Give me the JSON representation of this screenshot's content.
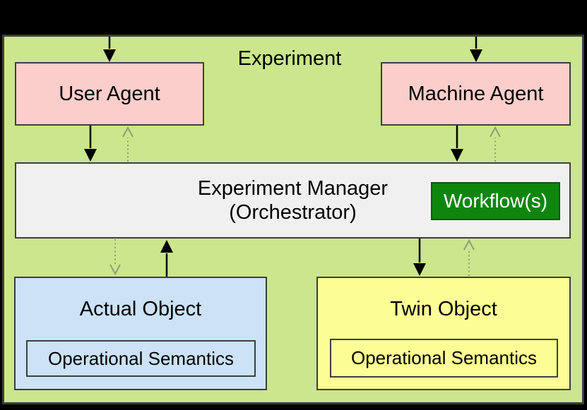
{
  "colors": {
    "page_background": "#000000",
    "frame_fill": "#cbe68c",
    "frame_border": "#3e3e3e",
    "agent_fill": "#fbcecb",
    "manager_fill": "#f0f0f0",
    "workflow_fill": "#0e860e",
    "workflow_text": "#ffffff",
    "actual_object_fill": "#cbe2f7",
    "twin_object_fill": "#fdfd96",
    "solid_arrow": "#000000",
    "dotted_arrow": "#8f9e74"
  },
  "diagram": {
    "title": "Experiment",
    "nodes": {
      "user_agent": {
        "label": "User Agent"
      },
      "machine_agent": {
        "label": "Machine Agent"
      },
      "manager": {
        "label_line1": "Experiment Manager",
        "label_line2": "(Orchestrator)"
      },
      "workflow": {
        "label": "Workflow(s)"
      },
      "actual_object": {
        "label": "Actual Object",
        "sublabel": "Operational Semantics"
      },
      "twin_object": {
        "label": "Twin Object",
        "sublabel": "Operational Semantics"
      }
    },
    "edges": [
      {
        "from": "outside-top",
        "to": "user_agent",
        "style": "solid"
      },
      {
        "from": "outside-top",
        "to": "machine_agent",
        "style": "solid"
      },
      {
        "from": "user_agent",
        "to": "manager",
        "style": "solid"
      },
      {
        "from": "manager",
        "to": "user_agent",
        "style": "dotted"
      },
      {
        "from": "machine_agent",
        "to": "manager",
        "style": "solid"
      },
      {
        "from": "manager",
        "to": "machine_agent",
        "style": "dotted"
      },
      {
        "from": "actual_object",
        "to": "manager",
        "style": "solid"
      },
      {
        "from": "manager",
        "to": "actual_object",
        "style": "dotted"
      },
      {
        "from": "manager",
        "to": "twin_object",
        "style": "solid"
      },
      {
        "from": "twin_object",
        "to": "manager",
        "style": "dotted"
      }
    ]
  }
}
